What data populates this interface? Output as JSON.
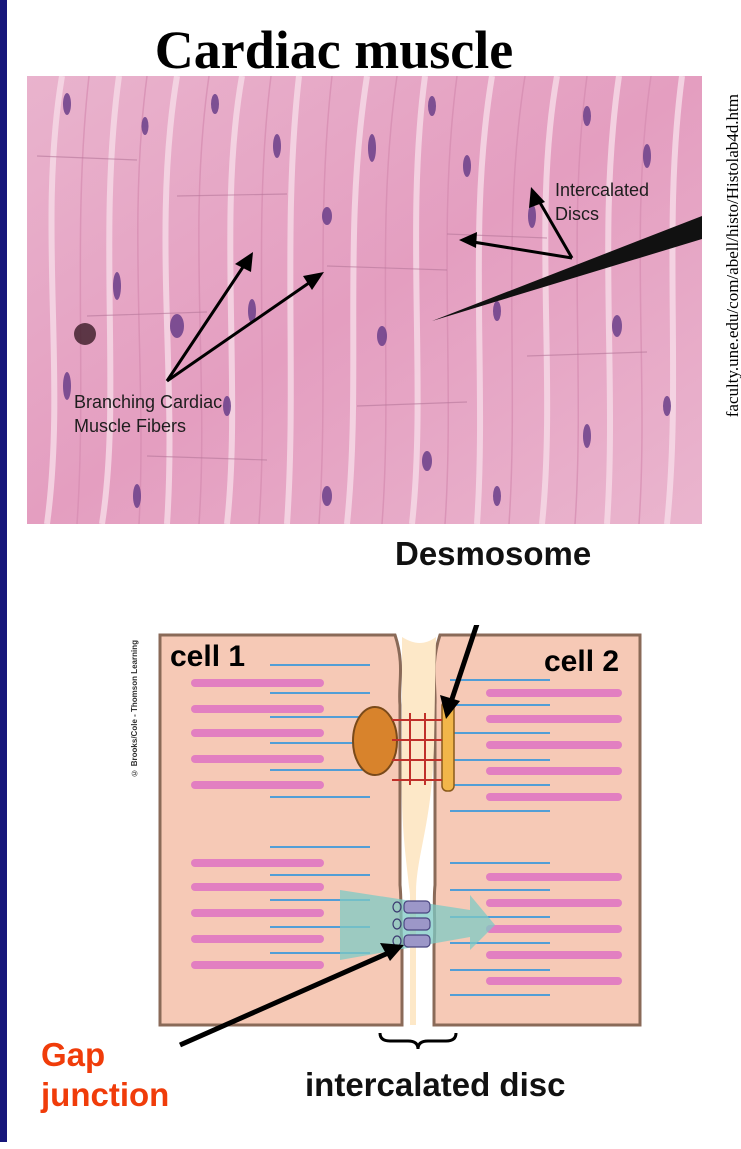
{
  "title": "Cardiac muscle",
  "source_credit": "faculty.une.edu/com/abell/histo/Histolab4d.htm",
  "micrograph": {
    "label_discs_line1": "Intercalated",
    "label_discs_line2": "Discs",
    "label_fibers_line1": "Branching Cardiac",
    "label_fibers_line2": "Muscle Fibers",
    "colors": {
      "tissue": "#e7aac6",
      "tissue_light": "#f3d0e1",
      "nuclei": "#6b3f8a"
    }
  },
  "diagram": {
    "label_desmosome": "Desmosome",
    "label_cell1": "cell 1",
    "label_cell2": "cell 2",
    "label_gap_line1": "Gap",
    "label_gap_line2": "junction",
    "label_disc": "intercalated disc",
    "publisher": "© Brooks/Cole - Thomson Learning",
    "colors": {
      "cell_fill": "#f6c9b6",
      "myofibril": "#e27fc1",
      "filament": "#1b8fe0",
      "desmosome_plaque": "#d8832c",
      "gap_arrow": "#7dc9c4",
      "gap_label": "#f03c0a"
    }
  }
}
